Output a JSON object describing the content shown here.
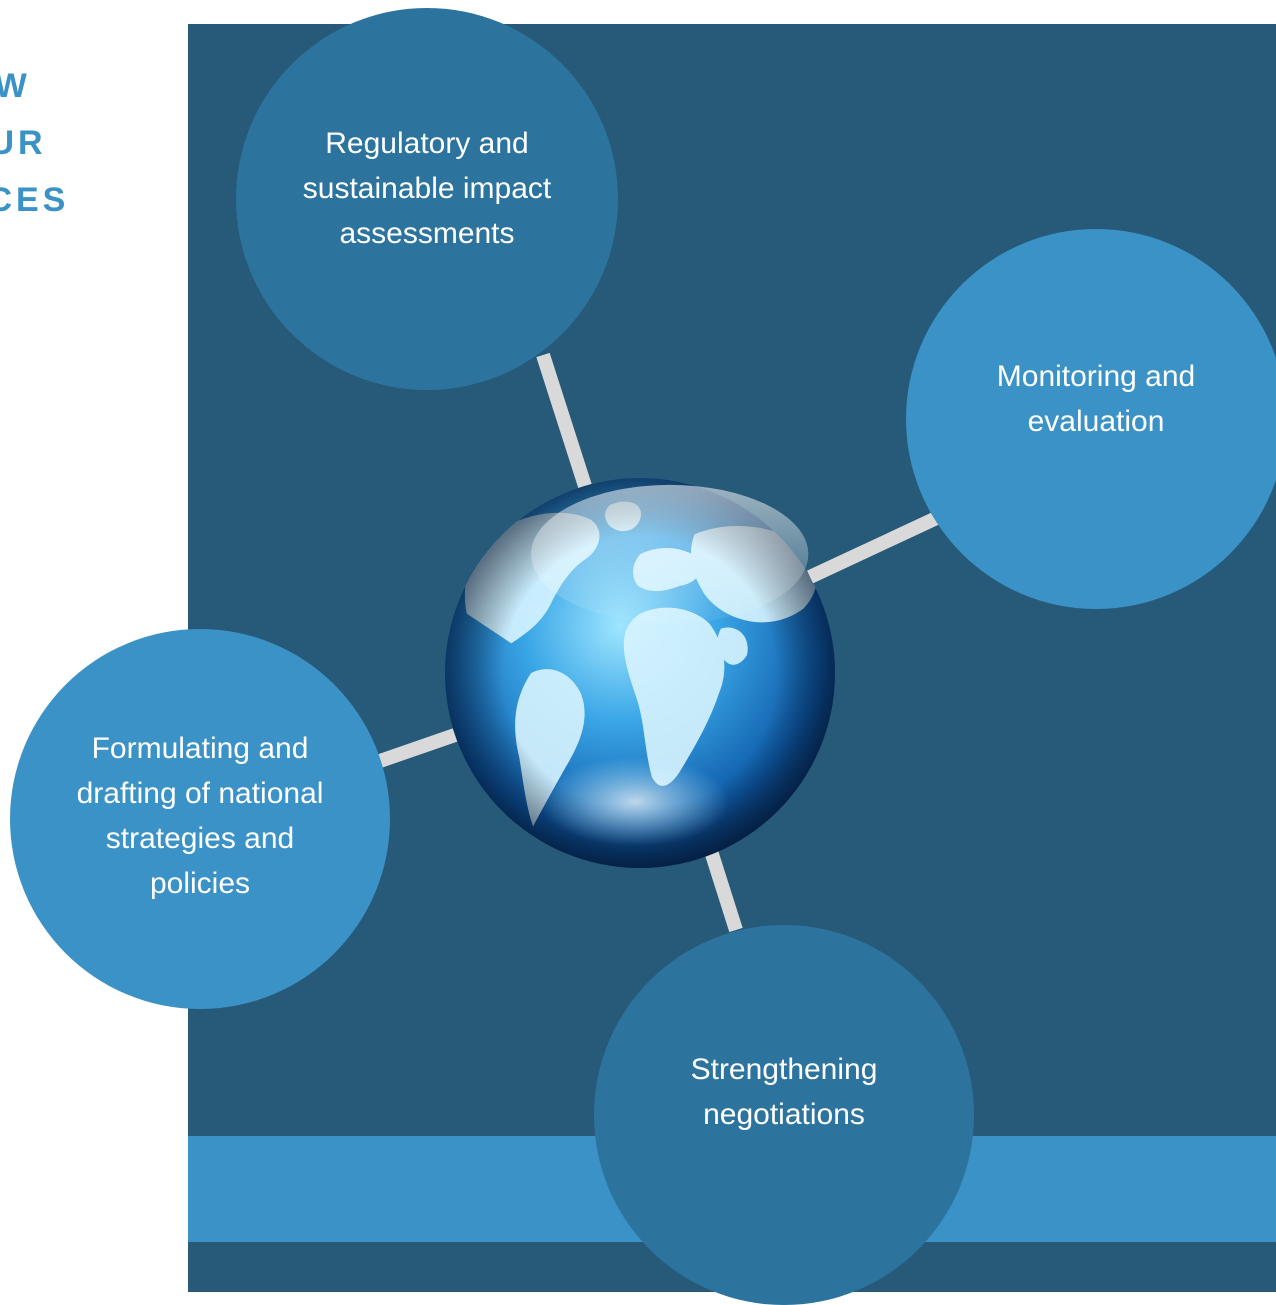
{
  "heading": {
    "lines": [
      "VIEW",
      "OUR",
      "ICES"
    ]
  },
  "nodes": {
    "top": {
      "label": "Regulatory and sustainable impact assessments"
    },
    "right": {
      "label": "Monitoring and evaluation"
    },
    "left": {
      "label": "Formulating and drafting of national strategies and policies"
    },
    "bottom": {
      "label": "Strengthening negotiations"
    }
  },
  "colors": {
    "panel": "#275a78",
    "band": "#3a92c6",
    "circle_dark": "#2c739e",
    "circle_light": "#3a92c6",
    "heading": "#3a92c6",
    "connector": "#d9d9d9"
  },
  "icons": {
    "center": "globe-icon"
  }
}
